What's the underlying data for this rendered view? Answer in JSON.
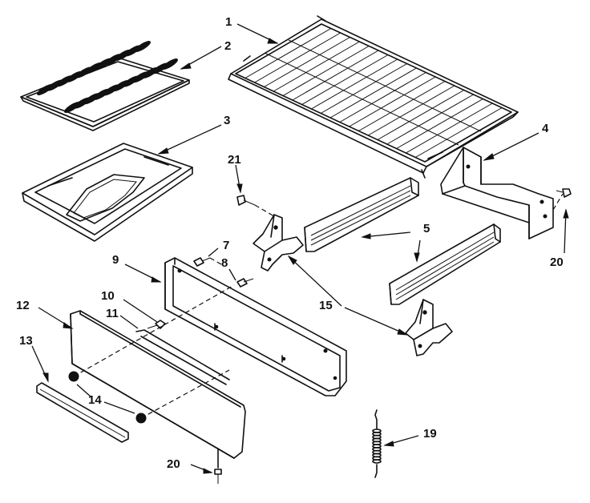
{
  "callouts": {
    "c1": "1",
    "c2": "2",
    "c3": "3",
    "c4": "4",
    "c5": "5",
    "c7": "7",
    "c8": "8",
    "c9": "9",
    "c10": "10",
    "c11": "11",
    "c12": "12",
    "c13": "13",
    "c14": "14",
    "c15": "15",
    "c19": "19",
    "c20a": "20",
    "c20b": "20",
    "c21": "21"
  },
  "icons": {
    "oven_rack": "oven-rack-icon",
    "broiler_grid": "broiler-grid-icon",
    "broiler_pan": "broiler-pan-icon",
    "support_bracket": "support-bracket-icon",
    "slide_rail": "drawer-slide-rail-icon",
    "drawer_body": "drawer-body-icon",
    "drawer_front": "drawer-front-panel-icon",
    "trim_strip": "trim-strip-icon",
    "spring": "spring-icon",
    "screw": "screw-icon",
    "rivet": "rivet-icon"
  }
}
